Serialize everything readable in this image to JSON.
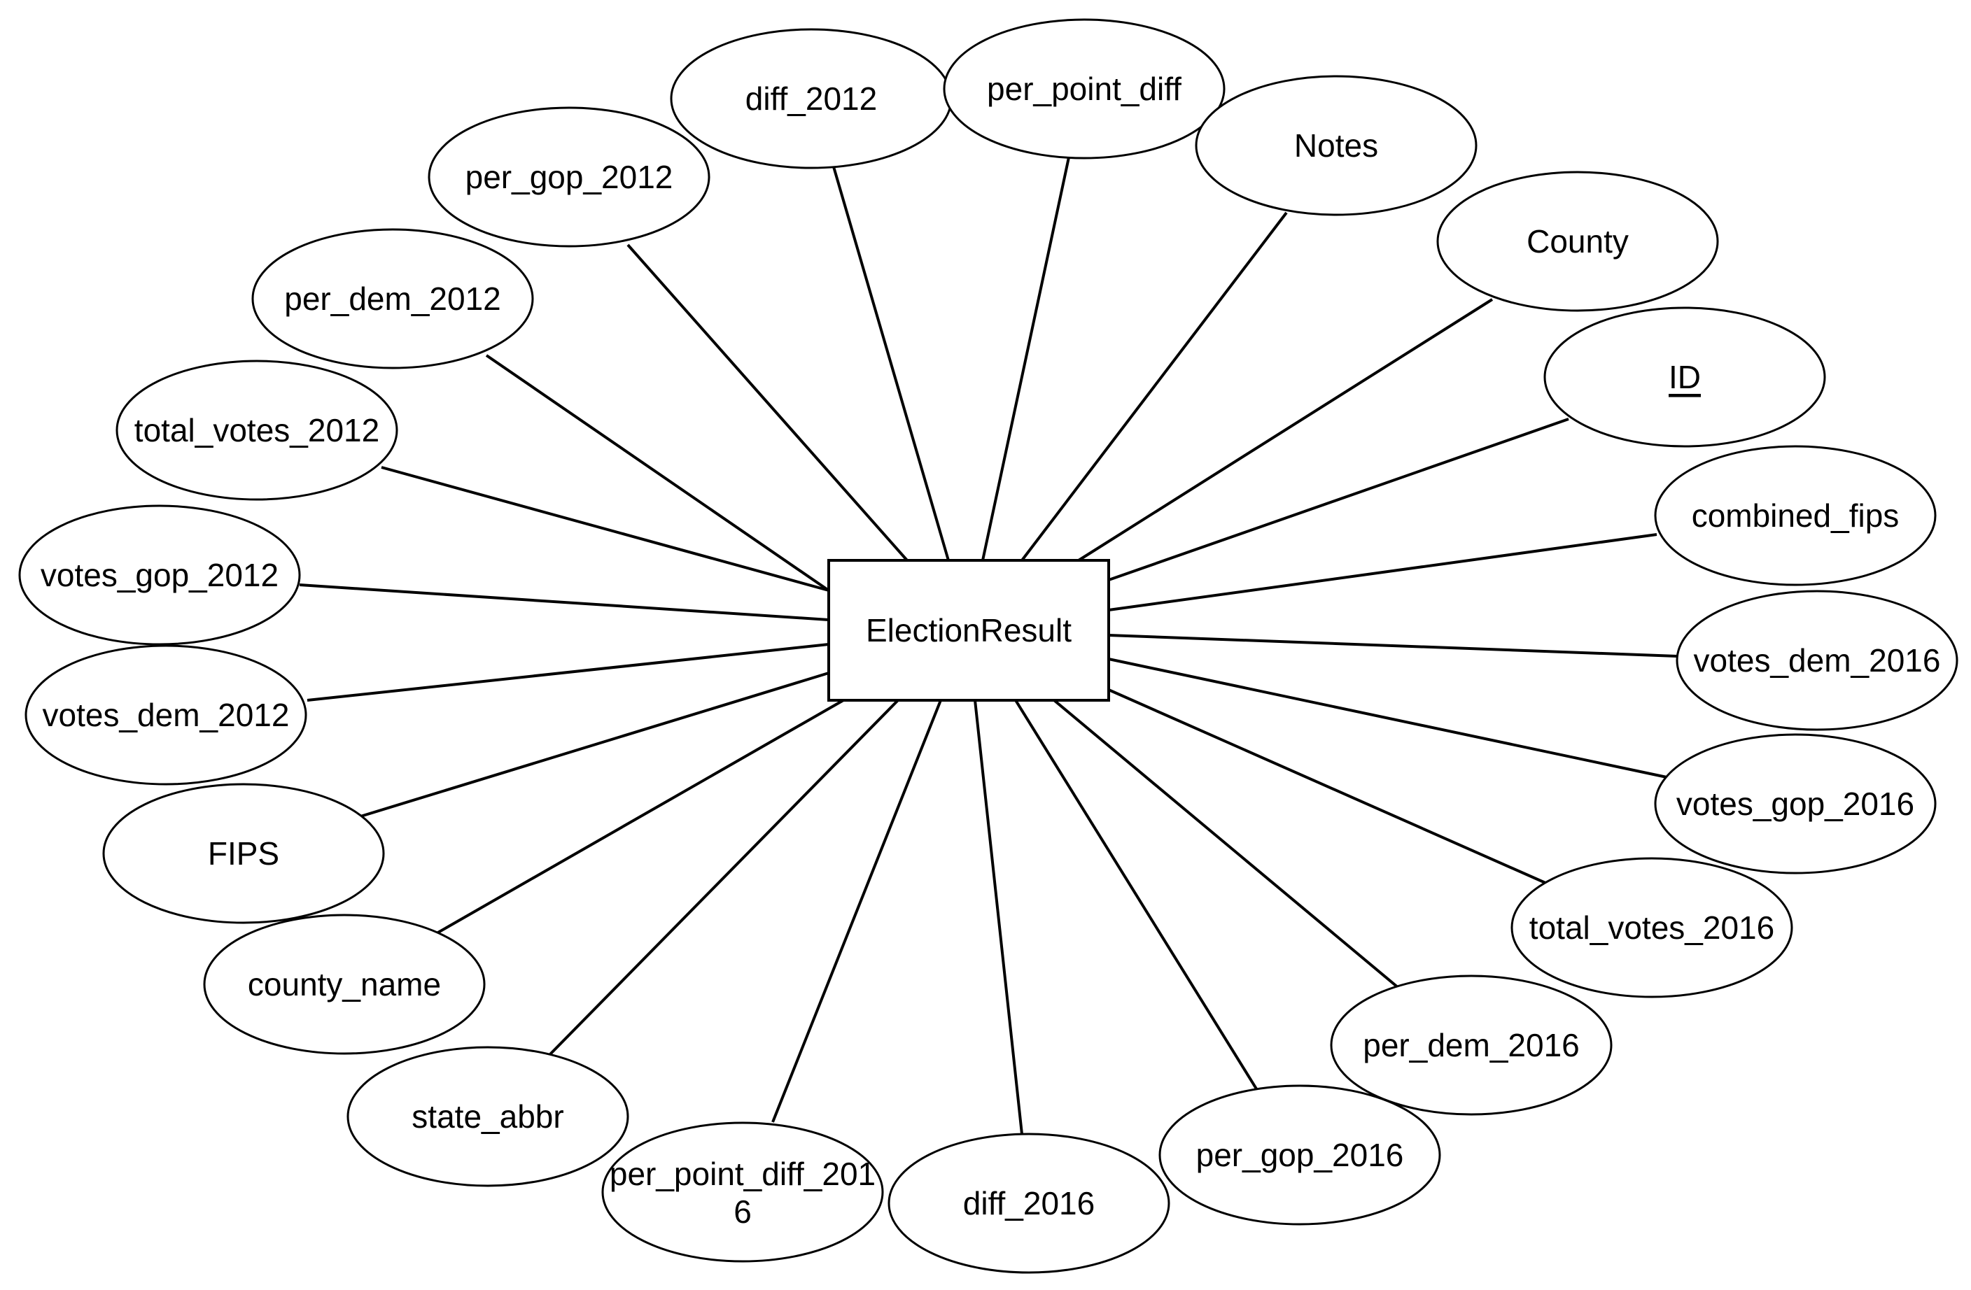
{
  "entity": {
    "name": "ElectionResult"
  },
  "attributes": [
    {
      "id": "diff-2012",
      "label": "diff_2012",
      "key": false
    },
    {
      "id": "per-point-diff",
      "label": "per_point_diff",
      "key": false
    },
    {
      "id": "notes",
      "label": "Notes",
      "key": false
    },
    {
      "id": "county",
      "label": "County",
      "key": false
    },
    {
      "id": "id",
      "label": "ID",
      "key": true
    },
    {
      "id": "combined-fips",
      "label": "combined_fips",
      "key": false
    },
    {
      "id": "votes-dem-2016",
      "label": "votes_dem_2016",
      "key": false
    },
    {
      "id": "votes-gop-2016",
      "label": "votes_gop_2016",
      "key": false
    },
    {
      "id": "total-votes-2016",
      "label": "total_votes_2016",
      "key": false
    },
    {
      "id": "per-dem-2016",
      "label": "per_dem_2016",
      "key": false
    },
    {
      "id": "per-gop-2016",
      "label": "per_gop_2016",
      "key": false
    },
    {
      "id": "diff-2016",
      "label": "diff_2016",
      "key": false
    },
    {
      "id": "per-point-diff-2016",
      "label": "per_point_diff_2016",
      "key": false
    },
    {
      "id": "state-abbr",
      "label": "state_abbr",
      "key": false
    },
    {
      "id": "county-name",
      "label": "county_name",
      "key": false
    },
    {
      "id": "fips",
      "label": "FIPS",
      "key": false
    },
    {
      "id": "votes-dem-2012",
      "label": "votes_dem_2012",
      "key": false
    },
    {
      "id": "votes-gop-2012",
      "label": "votes_gop_2012",
      "key": false
    },
    {
      "id": "total-votes-2012",
      "label": "total_votes_2012",
      "key": false
    },
    {
      "id": "per-dem-2012",
      "label": "per_dem_2012",
      "key": false
    },
    {
      "id": "per-gop-2012",
      "label": "per_gop_2012",
      "key": false
    }
  ]
}
